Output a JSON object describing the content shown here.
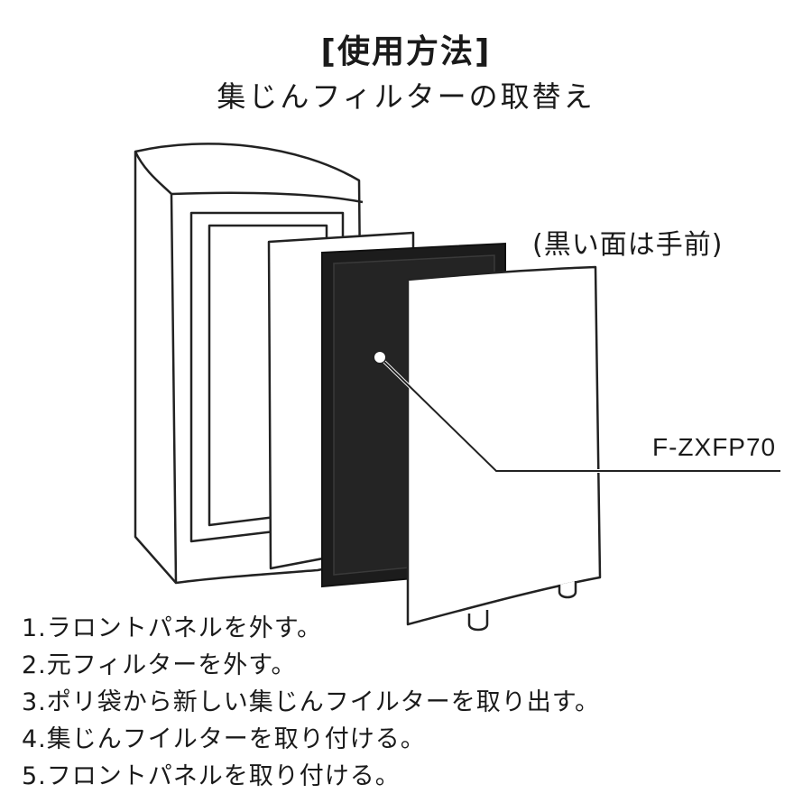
{
  "header": {
    "title": "[使用方法]",
    "subtitle": "集じんフィルターの取替え"
  },
  "illustration": {
    "face_note": "(黒い面は手前)",
    "model_label": "F-ZXFP70",
    "filter_face_color": "#1c1c1c",
    "outline_color": "#222222"
  },
  "steps": [
    "1.ラロントパネルを外す。",
    "2.元フィルターを外す。",
    "3.ポリ袋から新しい集じんフイルターを取り出す。",
    "4.集じんフイルターを取り付ける。",
    "5.フロントパネルを取り付ける。"
  ]
}
